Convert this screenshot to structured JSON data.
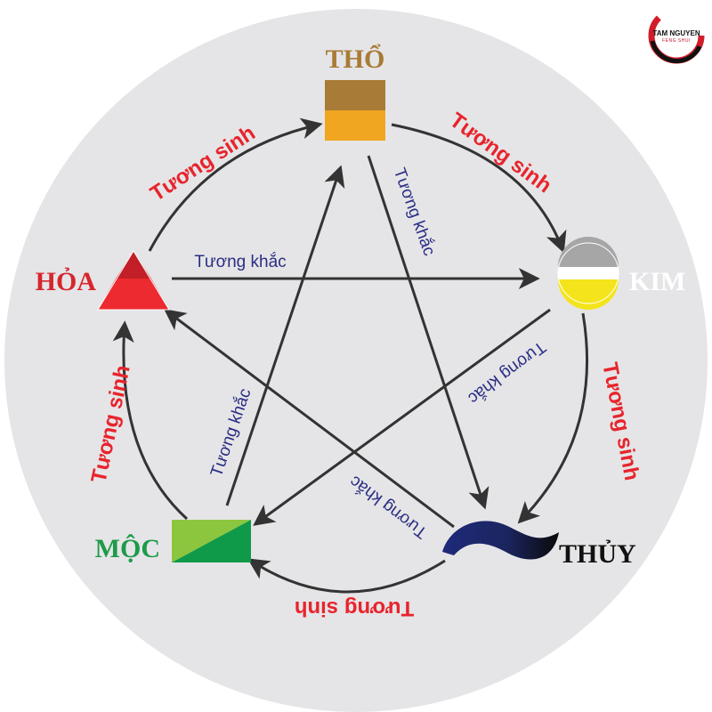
{
  "elements": {
    "tho": {
      "label": "THỔ",
      "color": "#a87b36"
    },
    "kim": {
      "label": "KIM",
      "color": "#ffffff"
    },
    "thuy": {
      "label": "THỦY",
      "color": "#111111"
    },
    "moc": {
      "label": "MỘC",
      "color": "#1e9a4a"
    },
    "hoa": {
      "label": "HỎA",
      "color": "#d7262e"
    }
  },
  "relations": {
    "sinh_label": "Tương sinh",
    "khac_label": "Tương khắc"
  },
  "logo": {
    "name": "TAM NGUYEN",
    "sub": "FENG SHUI"
  },
  "colors": {
    "background_circle": "#e5e5e7",
    "sinh_text": "#e8242c",
    "khac_text": "#2b2e83",
    "arrow": "#333333"
  }
}
